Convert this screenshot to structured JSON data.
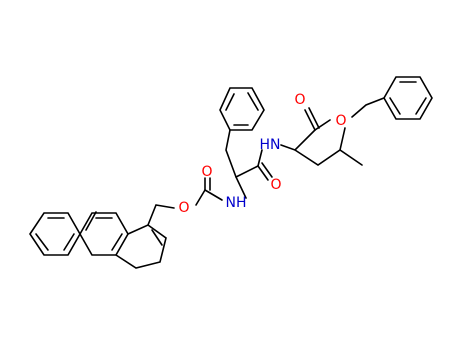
{
  "molecule": {
    "colors": {
      "bond": "#000000",
      "oxygen": "#ff0000",
      "nitrogen": "#0000cc"
    },
    "atom_labels": {
      "o_carbamate_carbonyl": "O",
      "o_carbamate_ester": "O",
      "nh_carbamate": "NH",
      "o_amide": "O",
      "hn_amide": "HN",
      "o_ester_carbonyl": "O",
      "o_ester": "O"
    }
  }
}
